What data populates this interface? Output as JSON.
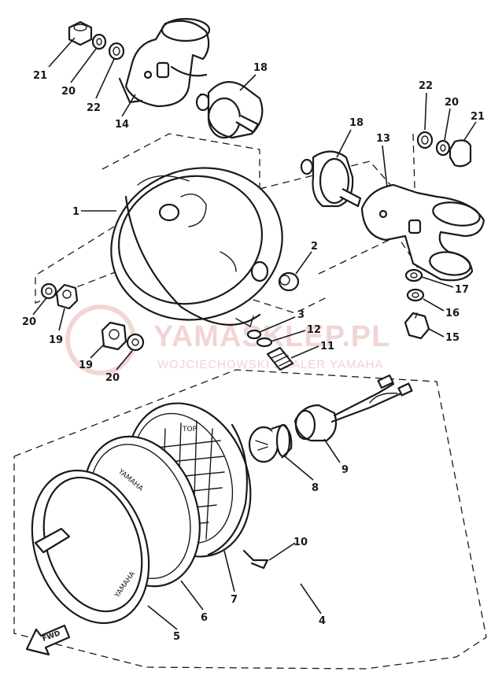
{
  "watermark": {
    "main": "YAMASKLEP.PL",
    "sub": "WOJCIECHOWSKI DEALER YAMAHA"
  },
  "embossed": {
    "lens_top": "TOP",
    "lens_brand": "YAMAHA",
    "rim_brand": "YAMAHA"
  },
  "direction_label": "FWD",
  "callouts": {
    "c21a": "21",
    "c20a": "20",
    "c22a": "22",
    "c14": "14",
    "c18a": "18",
    "c18b": "18",
    "c13": "13",
    "c22b": "22",
    "c20b": "20",
    "c21b": "21",
    "c1": "1",
    "c2": "2",
    "c17": "17",
    "c16": "16",
    "c15": "15",
    "c3": "3",
    "c12": "12",
    "c11": "11",
    "c20c": "20",
    "c19a": "19",
    "c19b": "19",
    "c20d": "20",
    "c9": "9",
    "c8": "8",
    "c10": "10",
    "c7": "7",
    "c6": "6",
    "c5": "5",
    "c4": "4"
  }
}
